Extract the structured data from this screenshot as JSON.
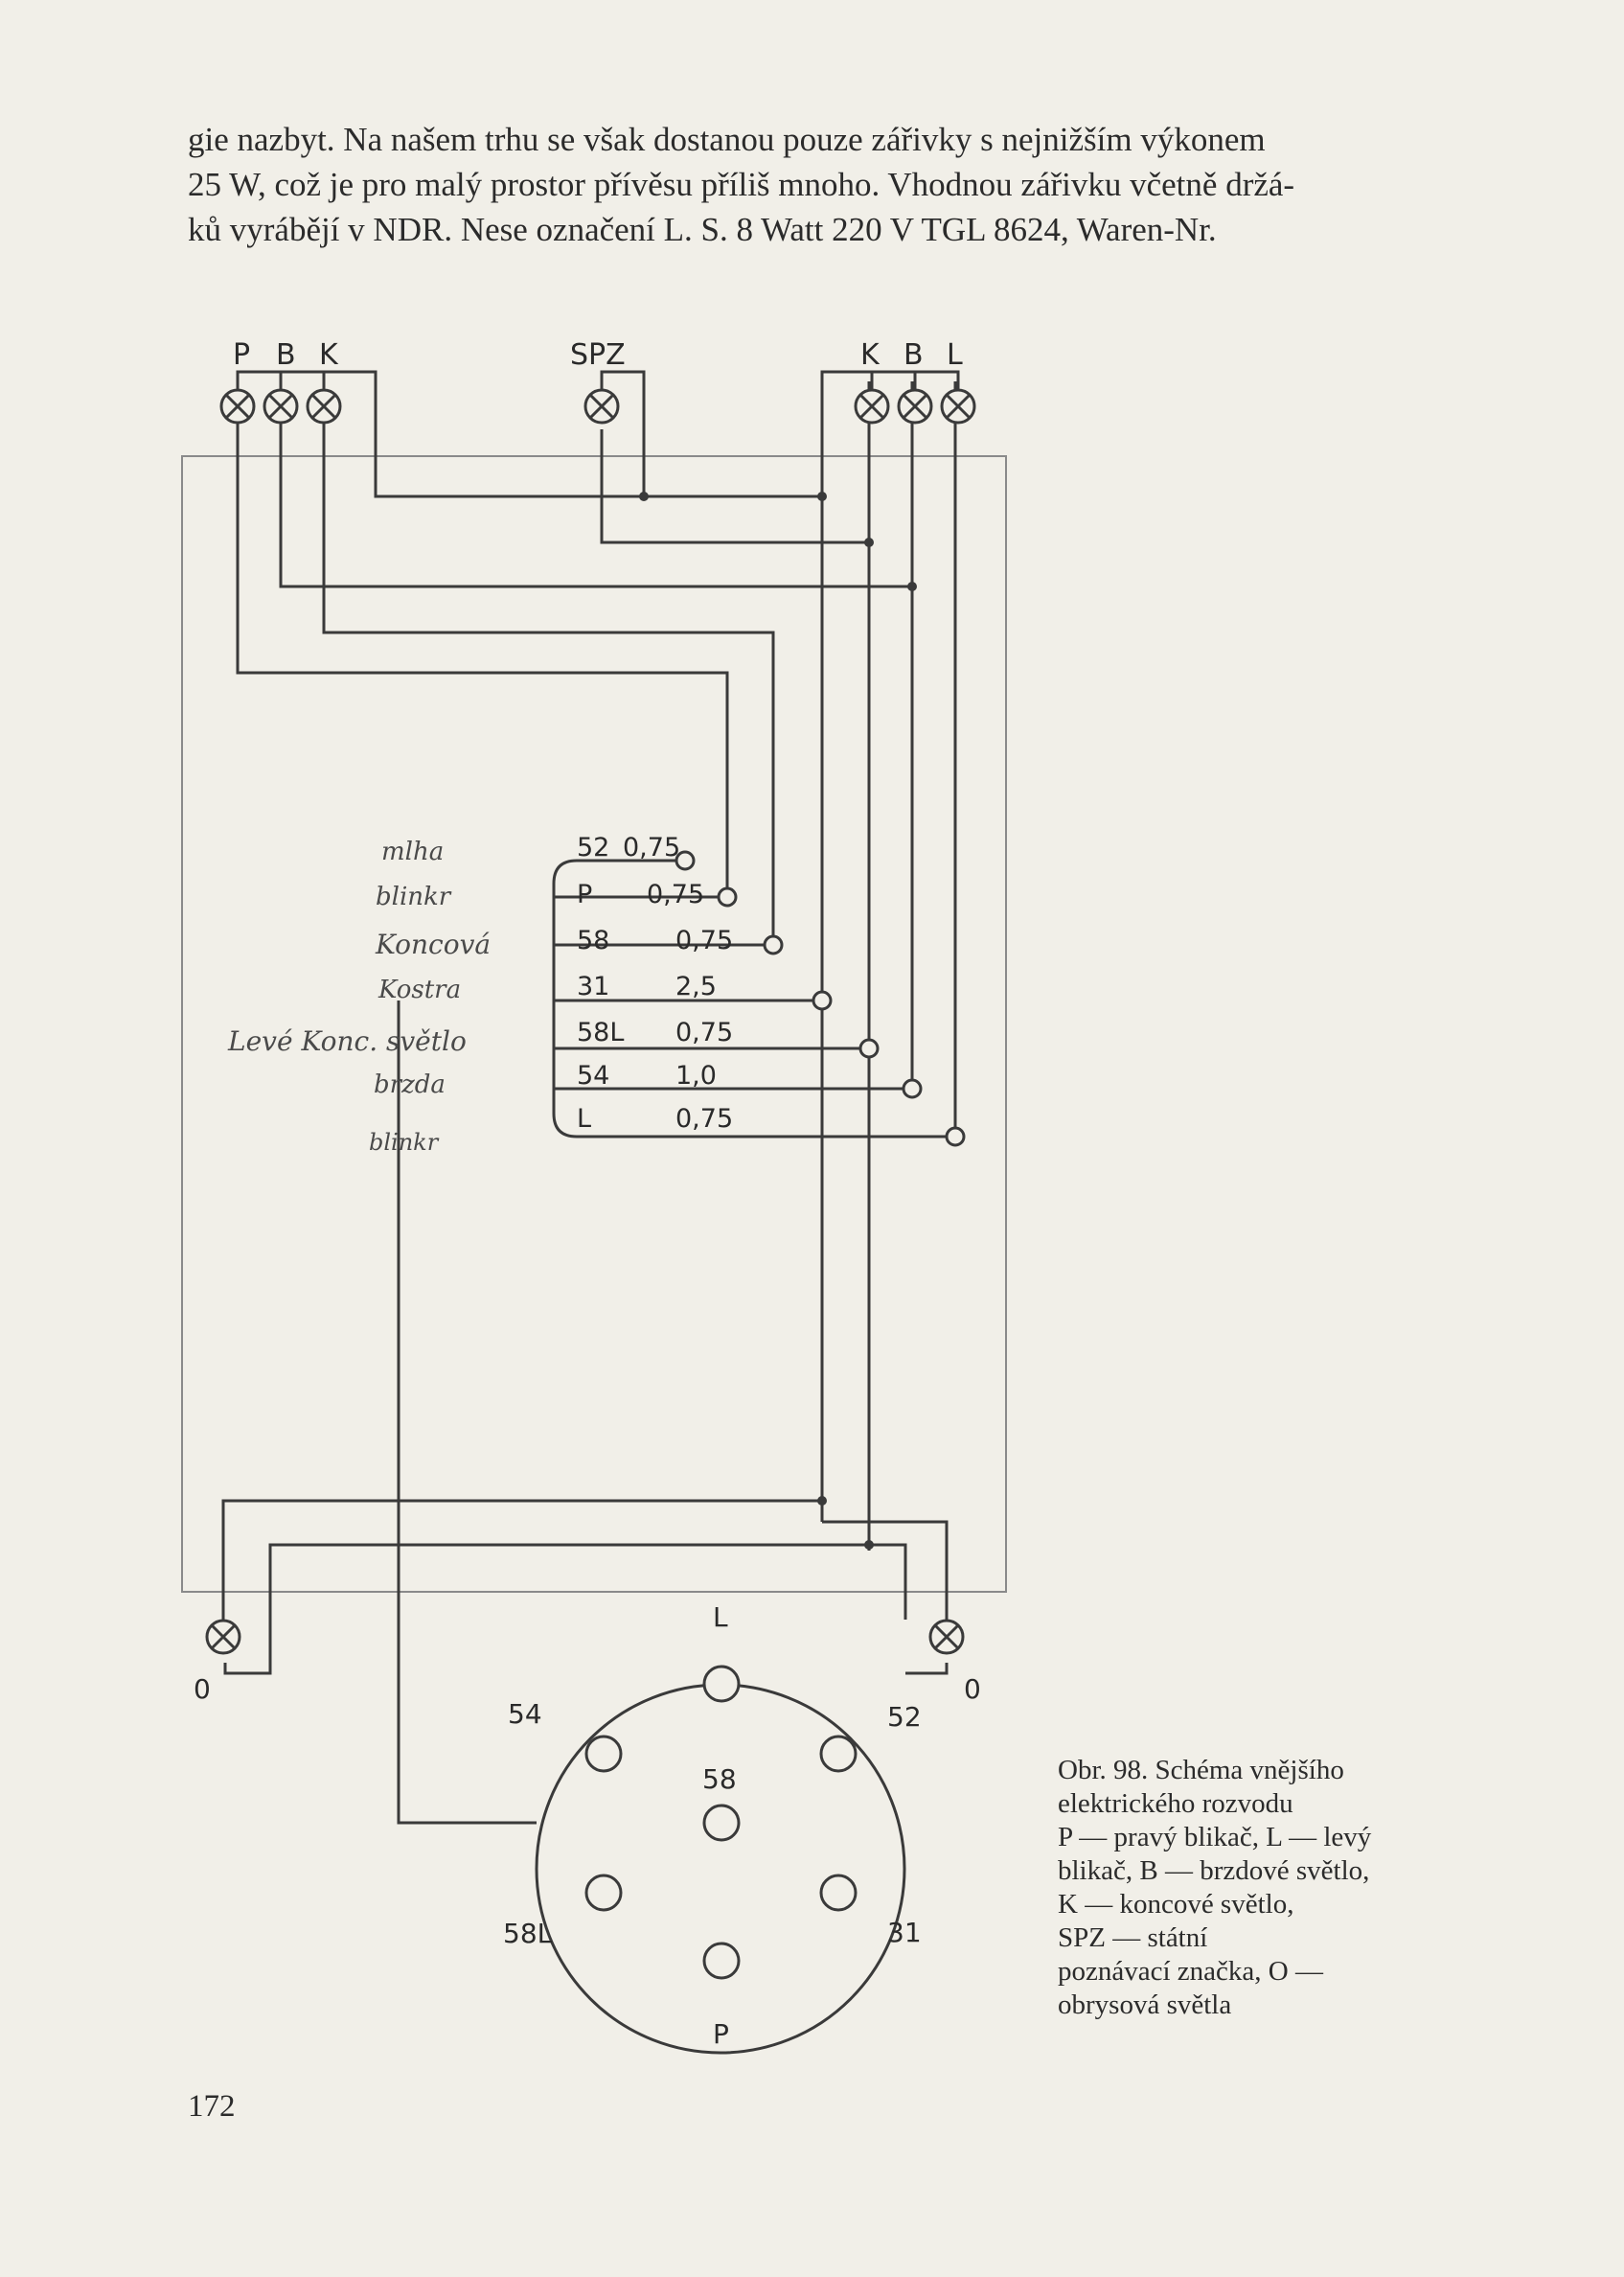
{
  "body_text": {
    "lines": [
      "gie nazbyt. Na našem trhu se však dostanou pouze zářivky s nejnižším výkonem",
      "25 W, což je pro malý prostor přívěsu příliš mnoho. Vhodnou zářivku včetně držá-",
      "ků vyrábějí v NDR. Nese označení L. S. 8 Watt 220 V TGL 8624, Waren-Nr."
    ]
  },
  "diagram": {
    "top_left_lamps_label": [
      "P",
      "B",
      "K"
    ],
    "spz_label": "SPZ",
    "top_right_lamps_label": [
      "K",
      "B",
      "L"
    ],
    "terminal_table": [
      {
        "id": "52",
        "value": "0,75"
      },
      {
        "id": "P",
        "value": "0,75"
      },
      {
        "id": "58",
        "value": "0,75"
      },
      {
        "id": "31",
        "value": "2,5"
      },
      {
        "id": "58L",
        "value": "0,75"
      },
      {
        "id": "54",
        "value": "1,0"
      },
      {
        "id": "L",
        "value": "0,75"
      }
    ],
    "handwritten_notes": [
      "mlha",
      "blinkr",
      "Koncová",
      "Kostra",
      "Levé Konc. světlo",
      "brzda",
      "blinkr"
    ],
    "outline_lamp_left_label": "0",
    "outline_lamp_right_label": "0",
    "socket_pins": {
      "top": "L",
      "upper_left": "54",
      "upper_right": "52",
      "center": "58",
      "lower_left": "58L",
      "lower_right": "31",
      "bottom": "P"
    }
  },
  "caption": {
    "lines": [
      "Obr. 98. Schéma vnějšího",
      "elektrického rozvodu",
      "P — pravý blikač, L — levý",
      "blikač, B — brzdové světlo,",
      "K — koncové světlo,",
      "SPZ — státní",
      "poznávací značka, O —",
      "obrysová světla"
    ]
  },
  "page_number": "172"
}
